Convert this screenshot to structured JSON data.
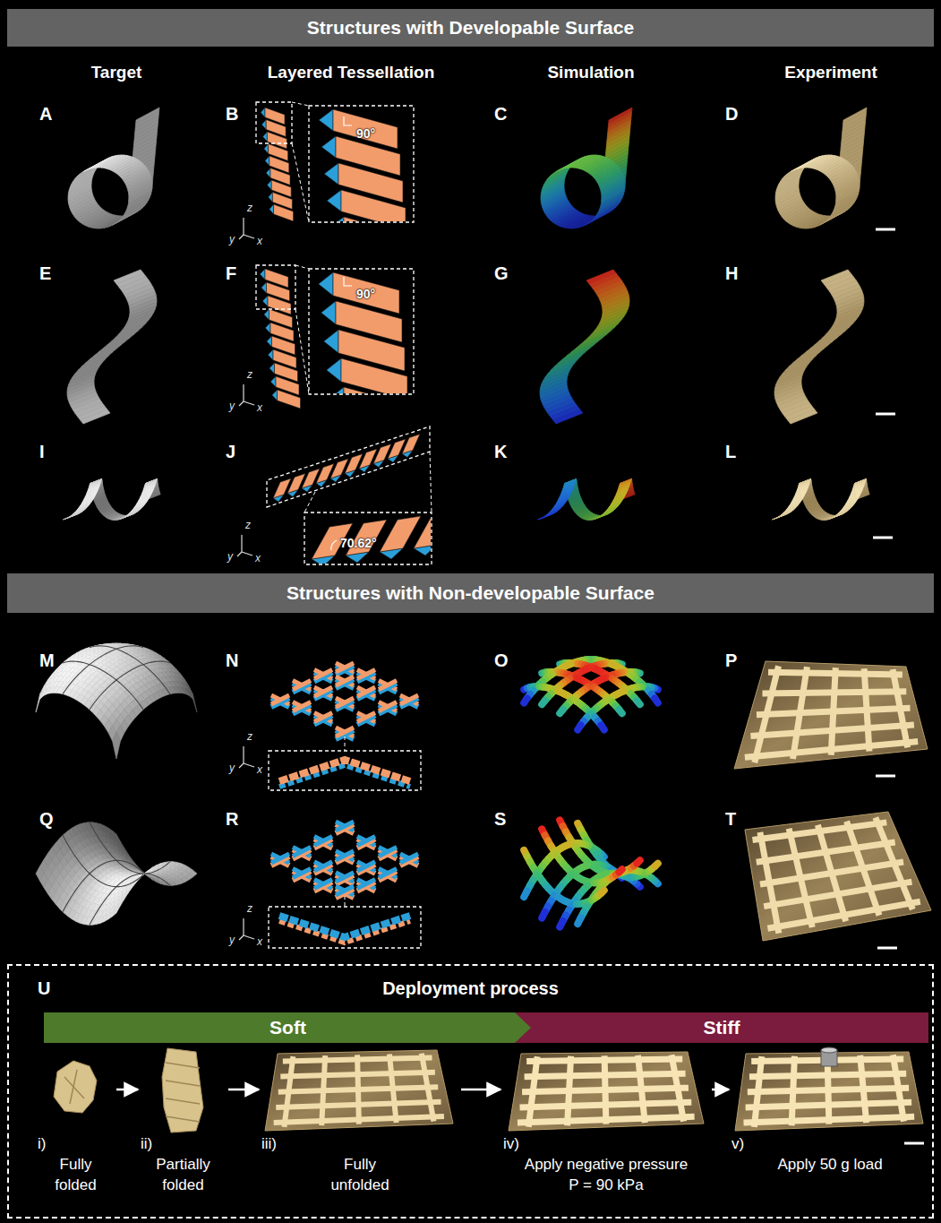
{
  "diagram": {
    "nodes": [
      {
        "text": [
          "Structures with Developable Surface"
        ]
      },
      {
        "text": [
          "Structures with Non-developable Surface"
        ]
      },
      {
        "text": [
          "U",
          "Deployment process"
        ]
      },
      {
        "text": [
          "Soft"
        ],
        "in": 2
      },
      {
        "text": [
          "Stiff"
        ],
        "in": 2
      },
      {
        "text": [
          "i)",
          "Fully folded"
        ],
        "in": 2
      },
      {
        "text": [
          "ii)",
          "Partially folded"
        ],
        "in": 2
      },
      {
        "text": [
          "iii)",
          "Fully unfolded"
        ],
        "in": 2
      },
      {
        "text": [
          "iv)",
          "Apply negative pressure P = 90 kPa"
        ],
        "in": 2
      },
      {
        "text": [
          "v)",
          "Apply 50 g load"
        ],
        "in": 2
      }
    ],
    "edges": [
      {
        "from": 5,
        "to": 6,
        "arrow": "to"
      },
      {
        "from": 6,
        "to": 7,
        "arrow": "to"
      },
      {
        "from": 7,
        "to": 8,
        "arrow": "to"
      },
      {
        "from": 8,
        "to": 9,
        "arrow": "to"
      }
    ],
    "labels": [
      "Target",
      "Layered Tessellation",
      "Simulation",
      "Experiment",
      "A",
      "B",
      "C",
      "D",
      "90°",
      "z",
      "y",
      "x",
      "E",
      "F",
      "G",
      "H",
      "90°",
      "z",
      "y",
      "x",
      "I",
      "J",
      "K",
      "L",
      "70.62°",
      "z",
      "y",
      "x",
      "M",
      "N",
      "O",
      "P",
      "z",
      "y",
      "x",
      "Q",
      "R",
      "S",
      "T",
      "z",
      "y",
      "x"
    ]
  }
}
